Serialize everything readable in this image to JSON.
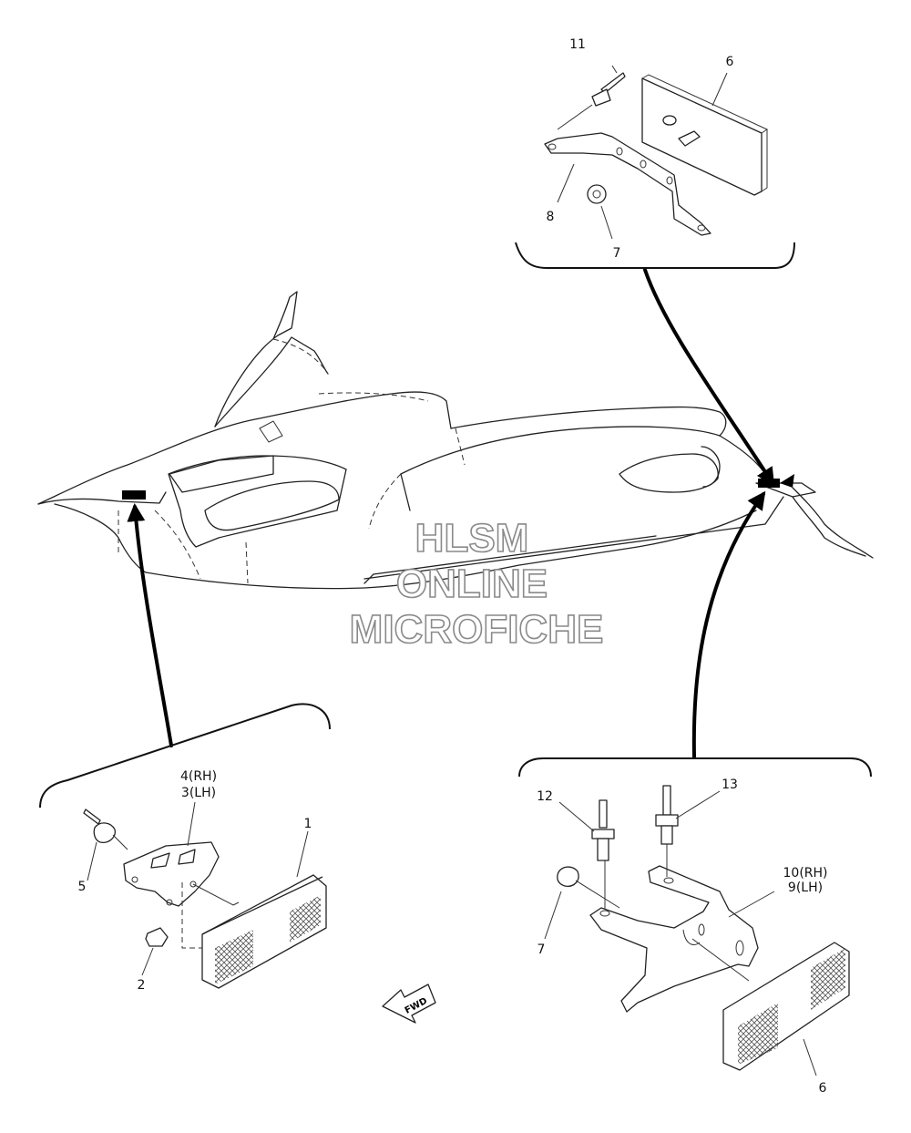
{
  "diagram": {
    "callouts": {
      "c1": "1",
      "c2": "2",
      "c3_4": [
        "4(RH)",
        "3(LH)"
      ],
      "c5": "5",
      "c6_top": "6",
      "c6_bottom": "6",
      "c7_top": "7",
      "c7_bottom": "7",
      "c8": "8",
      "c9_10": [
        "10(RH)",
        "9(LH)"
      ],
      "c11": "11",
      "c12": "12",
      "c13": "13"
    },
    "direction_marker": "FWD",
    "watermark": [
      "HLSM",
      "ONLINE",
      "MICROFICHE"
    ]
  }
}
